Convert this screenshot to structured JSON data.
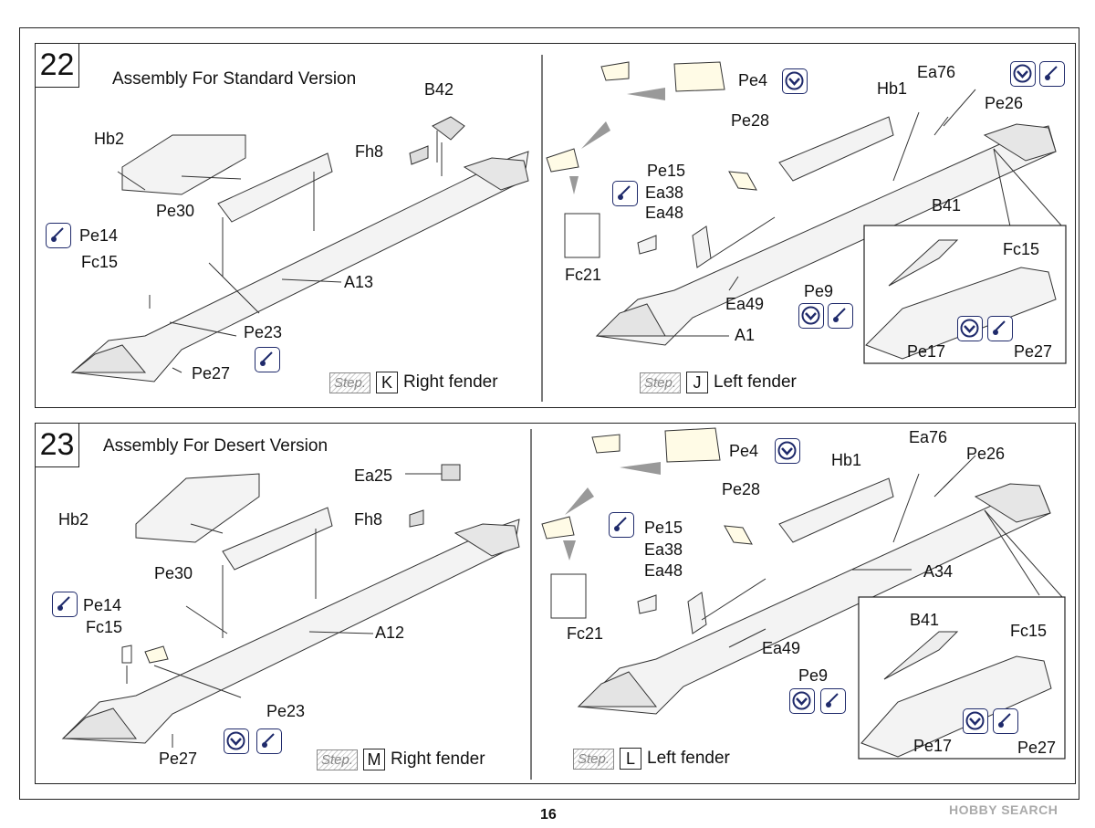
{
  "page_number": "16",
  "watermark": "HOBBY SEARCH",
  "steps": [
    {
      "number": "22",
      "title": "Assembly For Standard Version",
      "left": {
        "labels": [
          "Hb2",
          "Pe14",
          "Pe30",
          "Fc15",
          "B42",
          "Fh8",
          "A13",
          "Pe23",
          "Pe27"
        ],
        "step_word": "Step.",
        "step_letter": "K",
        "step_desc": "Right fender"
      },
      "right": {
        "labels": [
          "Pe4",
          "Pe28",
          "Hb1",
          "Ea76",
          "Pe26",
          "Pe15",
          "Ea38",
          "Ea48",
          "B41",
          "Fc15",
          "Fc21",
          "Pe9",
          "Ea49",
          "A1",
          "Pe17",
          "Pe27"
        ],
        "step_word": "Step.",
        "step_letter": "J",
        "step_desc": "Left fender"
      }
    },
    {
      "number": "23",
      "title": "Assembly For Desert Version",
      "left": {
        "labels": [
          "Ea25",
          "Hb2",
          "Fh8",
          "Pe30",
          "Pe14",
          "Fc15",
          "A12",
          "Pe23",
          "Pe27"
        ],
        "step_word": "Step.",
        "step_letter": "M",
        "step_desc": "Right fender"
      },
      "right": {
        "labels": [
          "Pe4",
          "Ea76",
          "Pe26",
          "Hb1",
          "Pe28",
          "Pe15",
          "Ea38",
          "A34",
          "Ea48",
          "Fc21",
          "Ea49",
          "B41",
          "Fc15",
          "Pe9",
          "Pe17",
          "Pe27"
        ],
        "step_word": "Step.",
        "step_letter": "L",
        "step_desc": "Left fender"
      }
    }
  ],
  "icons": {
    "glue": "glue-drop-icon",
    "bend": "bend-down-icon",
    "accent": "#1f2a6b"
  }
}
